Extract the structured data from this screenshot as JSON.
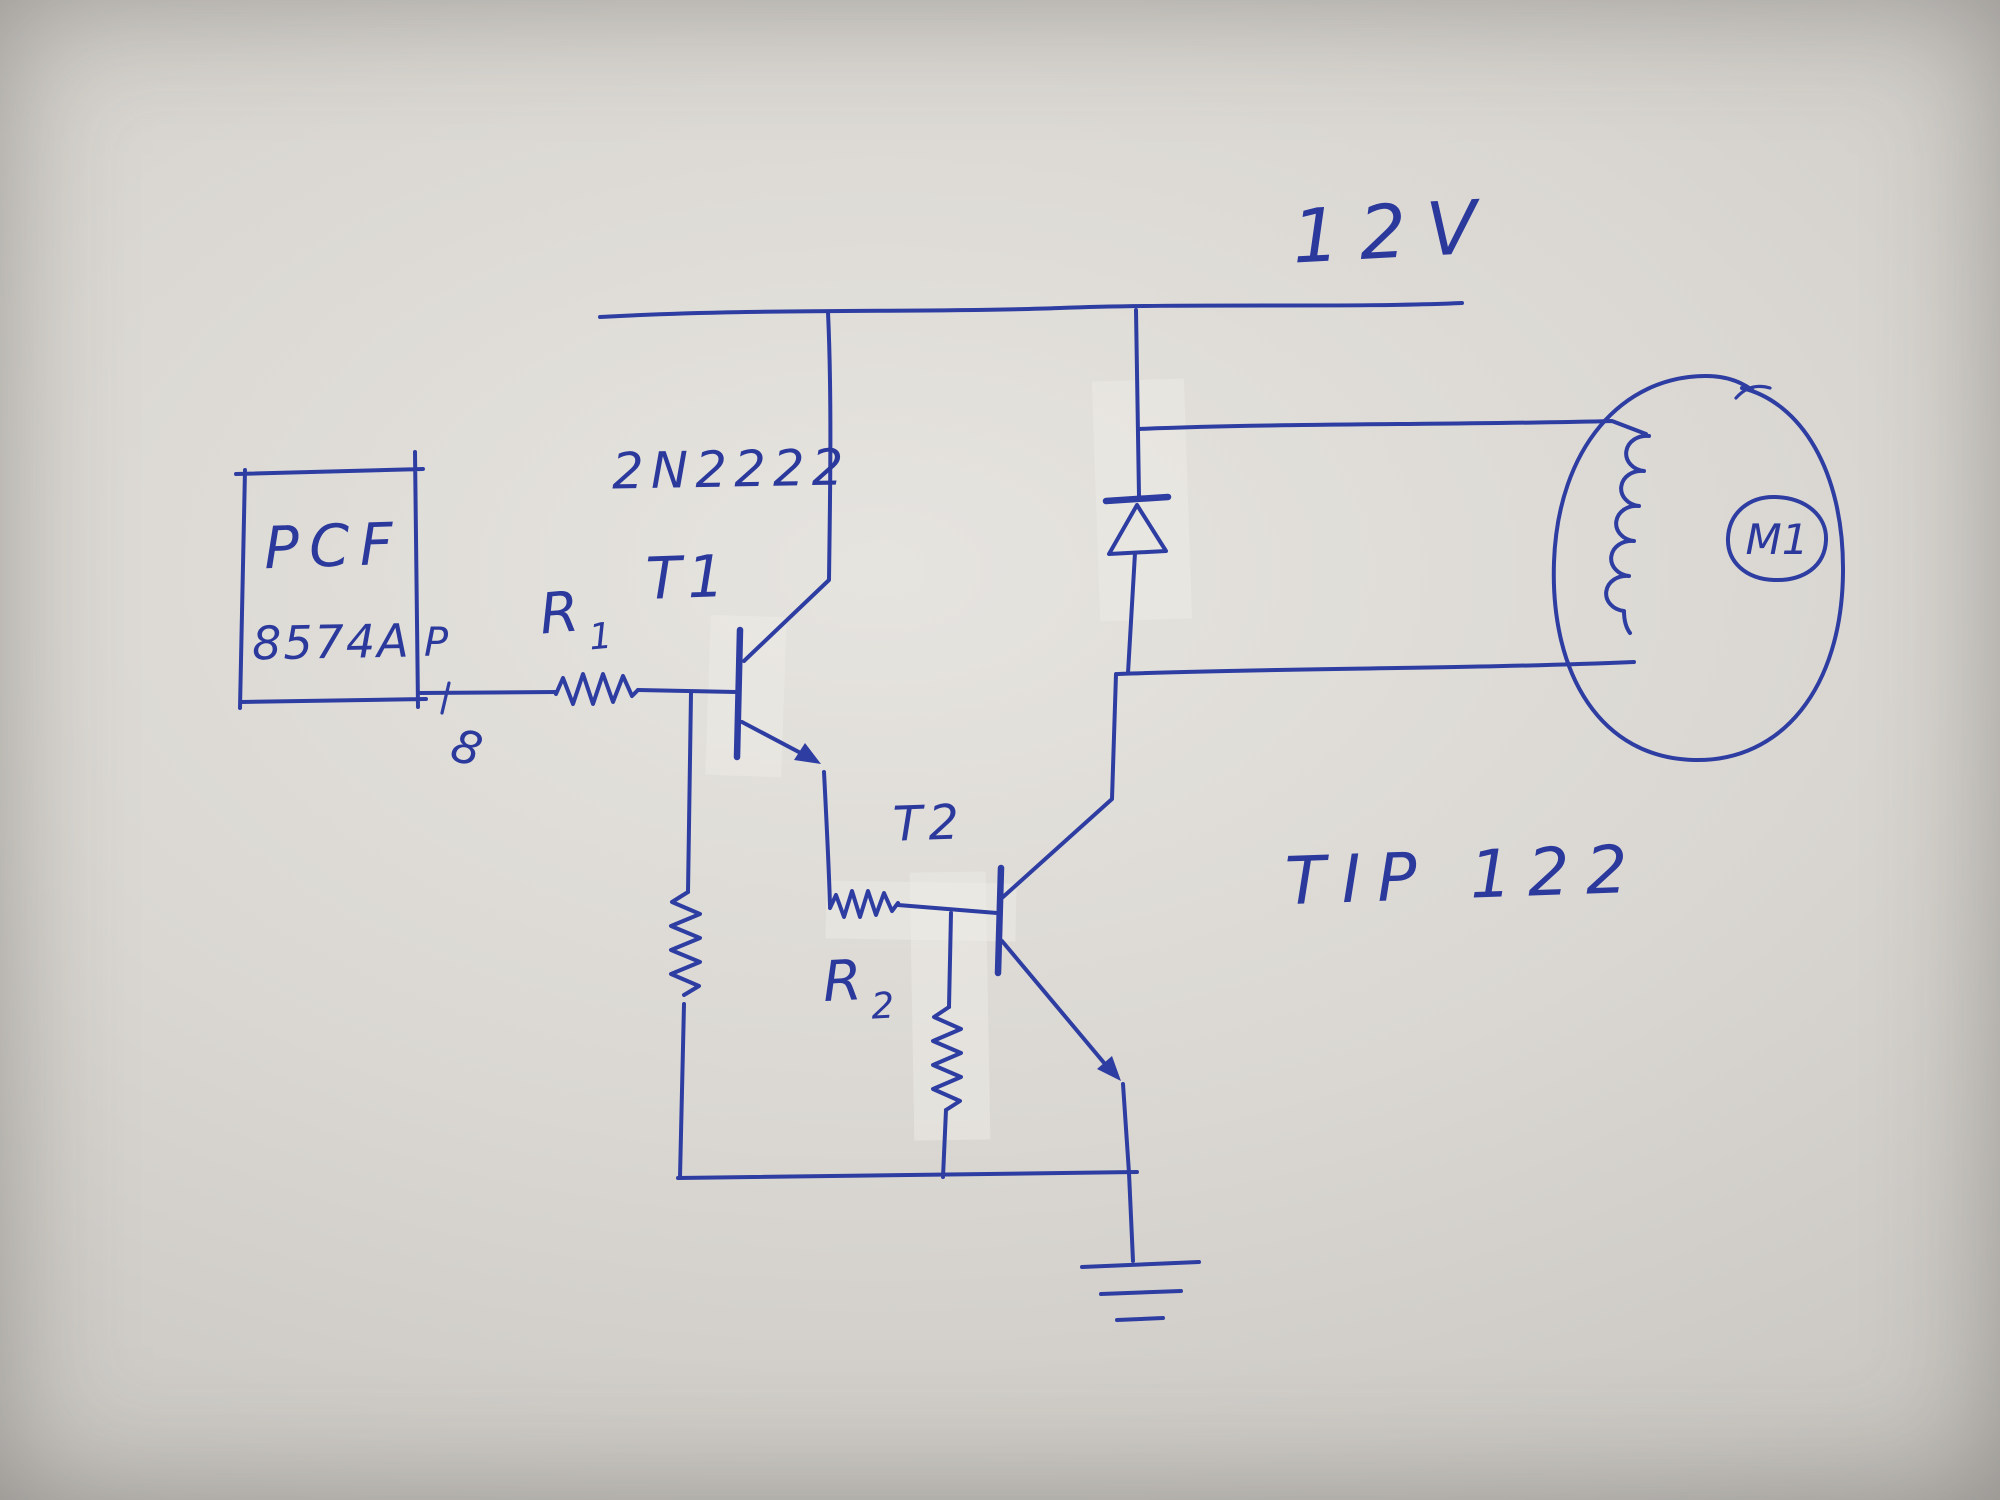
{
  "diagram": {
    "description": "Hand-drawn circuit schematic in blue ink on gray paper: PCF8574A pin 8 drives transistor T1 (2N2222) through R1, T1 drives T2 (TIP 122) through R2, switching DC motor M1 from a 12V rail with a flyback diode across the motor.",
    "ink_color": "#2e3da2",
    "paper_color": "#d8d5d0",
    "labels": {
      "supply_voltage": "12V",
      "ic_line1": "PCF",
      "ic_line2": "8574A",
      "ic_package": "P",
      "ic_pin": "8",
      "r1_letter": "R",
      "r1_subscript": "1",
      "t1_designator": "T1",
      "t1_part_number": "2N2222",
      "t2_designator": "T2",
      "t2_part_number": "TIP 122",
      "r2_letter": "R",
      "r2_subscript": "2",
      "motor_designator": "M1"
    }
  }
}
